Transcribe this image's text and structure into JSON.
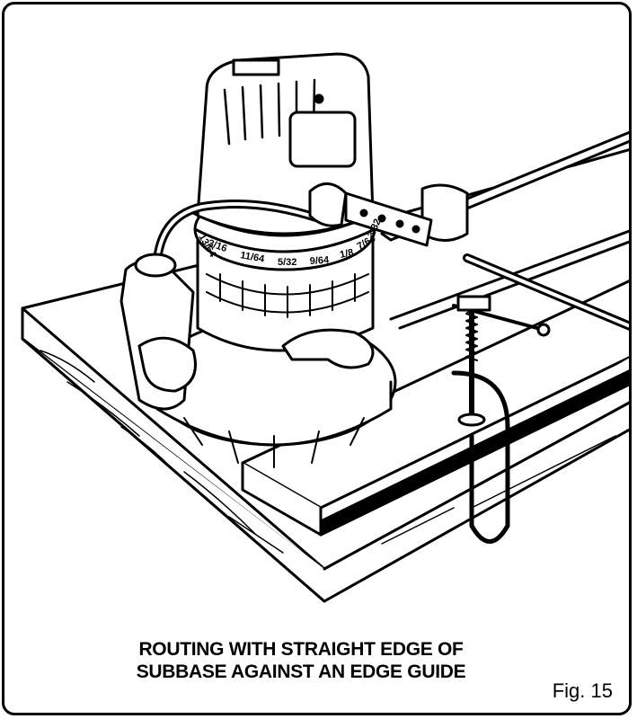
{
  "caption": {
    "line1": "ROUTING WITH STRAIGHT EDGE OF",
    "line2": "SUBBASE AGAINST AN EDGE GUIDE"
  },
  "figure_label": "Fig. 15",
  "depth_scale": {
    "marks": [
      "13/64",
      "3/16",
      "11/64",
      "5/32",
      "9/64",
      "1/8",
      "7/64",
      "3/32"
    ]
  },
  "colors": {
    "ink": "#000000",
    "paper": "#ffffff"
  }
}
